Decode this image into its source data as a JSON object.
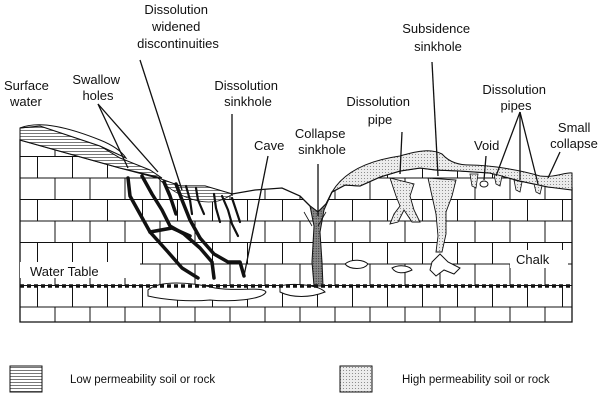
{
  "labels": {
    "surface_water": [
      "Surface",
      "water"
    ],
    "swallow_holes": [
      "Swallow",
      "holes"
    ],
    "dissolution_widened": [
      "Dissolution",
      "widened",
      "discontinuities"
    ],
    "dissolution_sinkhole": [
      "Dissolution",
      "sinkhole"
    ],
    "cave": "Cave",
    "collapse_sinkhole": [
      "Collapse",
      "sinkhole"
    ],
    "subsidence_sinkhole": [
      "Subsidence",
      "sinkhole"
    ],
    "dissolution_pipe": [
      "Dissolution",
      "pipe"
    ],
    "void": "Void",
    "dissolution_pipes": [
      "Dissolution",
      "pipes"
    ],
    "small_collapse": [
      "Small",
      "collapse"
    ],
    "water_table": "Water Table",
    "chalk": "Chalk"
  },
  "legend": {
    "low_permeability": "Low permeability soil or rock",
    "high_permeability": "High permeability soil or rock"
  }
}
